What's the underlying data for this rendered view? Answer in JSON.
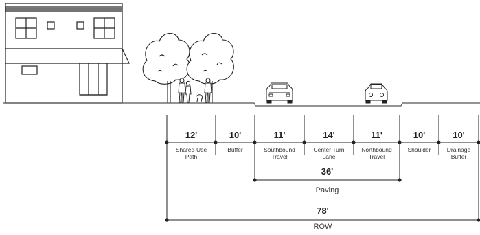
{
  "segments": [
    {
      "width": "12'",
      "label": [
        "Shared-Use",
        "Path"
      ]
    },
    {
      "width": "10'",
      "label": [
        "Buffer"
      ]
    },
    {
      "width": "11'",
      "label": [
        "Southbound",
        "Travel"
      ]
    },
    {
      "width": "14'",
      "label": [
        "Center Turn",
        "Lane"
      ]
    },
    {
      "width": "11'",
      "label": [
        "Northbound",
        "Travel"
      ]
    },
    {
      "width": "10'",
      "label": [
        "Shoulder"
      ]
    },
    {
      "width": "10'",
      "label": [
        "Drainage",
        "Buffer"
      ]
    }
  ],
  "paving": {
    "width": "36'",
    "label": "Paving"
  },
  "row": {
    "width": "78'",
    "label": "ROW"
  },
  "colors": {
    "line": "#222222",
    "ground": "#555555"
  }
}
